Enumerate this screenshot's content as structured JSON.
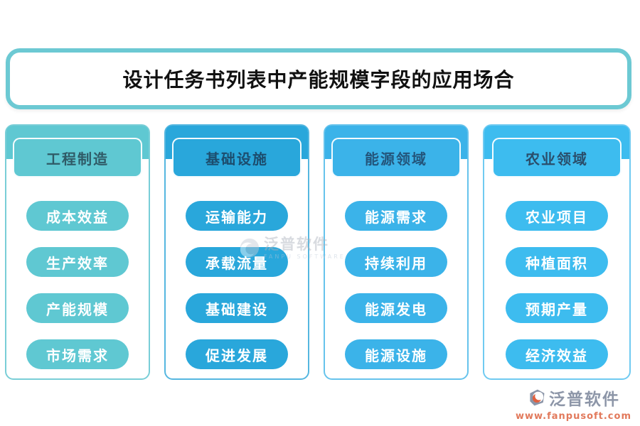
{
  "title": {
    "text": "设计任务书列表中产能规模字段的应用场合",
    "border_color": "#6cc9d3",
    "text_color": "#111111"
  },
  "columns": [
    {
      "header": "工程制造",
      "items": [
        "成本效益",
        "生产效率",
        "产能规模",
        "市场需求"
      ],
      "color": "#5fc8d2",
      "border_color": "#79ced7",
      "header_text_color": "#2f5a66"
    },
    {
      "header": "基础设施",
      "items": [
        "运输能力",
        "承载流量",
        "基础建设",
        "促进发展"
      ],
      "color": "#29a7db",
      "border_color": "#55b7e0",
      "header_text_color": "#1c4d6e"
    },
    {
      "header": "能源领域",
      "items": [
        "能源需求",
        "持续利用",
        "能源发电",
        "能源设施"
      ],
      "color": "#3bb3e9",
      "border_color": "#66c3ec",
      "header_text_color": "#23557b"
    },
    {
      "header": "农业领域",
      "items": [
        "农业项目",
        "种植面积",
        "预期产量",
        "经济效益"
      ],
      "color": "#3dbcef",
      "border_color": "#6fcaf1",
      "header_text_color": "#2a4e6b"
    }
  ],
  "watermark": {
    "text": "泛普软件",
    "subtext": "FANPU SOFTWARE"
  },
  "brand": {
    "name": "泛普软件",
    "url": "www.fanpusoft.com",
    "name_color": "#8d96a8",
    "url_color": "#e2795b",
    "icon_gray": "#8b95a8",
    "icon_orange": "#e0603f"
  }
}
